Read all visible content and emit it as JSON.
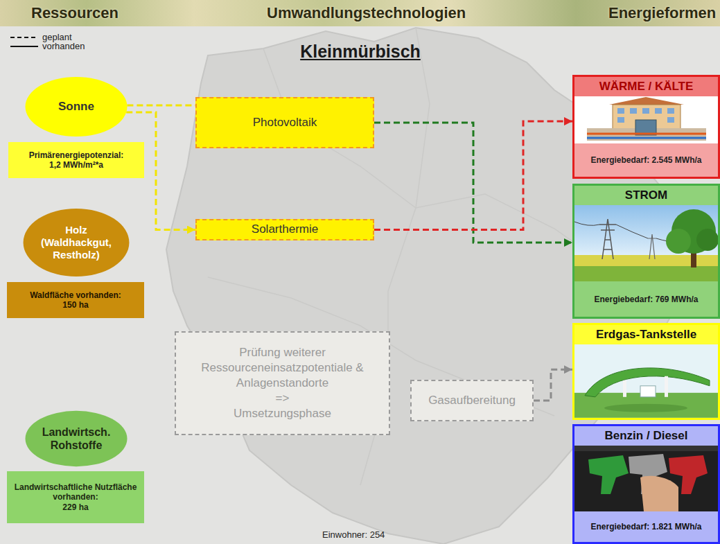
{
  "diagram": {
    "title": "Kleinmürbisch",
    "nodes": [
      {
        "text": [
          "Sonne"
        ]
      },
      {
        "text": [
          "Primärenergiepotenzial:",
          "1,2 MWh/m²*a"
        ]
      },
      {
        "text": [
          "Photovoltaik"
        ]
      },
      {
        "text": [
          "Solarthermie"
        ]
      },
      {
        "text": [
          "Holz",
          "(Waldhackgut, Restholz)"
        ]
      },
      {
        "text": [
          "Waldfläche vorhanden:",
          "150 ha"
        ]
      },
      {
        "text": [
          "Prüfung weiterer Ressourceneinsatzpotentiale & Anlagenstandorte",
          "=>",
          "Umsetzungsphase"
        ]
      },
      {
        "text": [
          "Gasaufbereitung"
        ]
      },
      {
        "text": [
          "Landwirtsch. Rohstoffe"
        ]
      },
      {
        "text": [
          "Landwirtschaftliche Nutzfläche vorhanden:",
          "229 ha"
        ]
      },
      {
        "text": [
          "WÄRME / KÄLTE",
          "Energiebedarf: 2.545 MWh/a"
        ]
      },
      {
        "text": [
          "STROM",
          "Energiebedarf: 769 MWh/a"
        ]
      },
      {
        "text": [
          "Erdgas-Tankstelle"
        ]
      },
      {
        "text": [
          "Benzin / Diesel",
          "Energiebedarf: 1.821 MWh/a"
        ]
      }
    ],
    "edges": [
      {
        "from": 0,
        "to": 2,
        "arrow": "none"
      },
      {
        "from": 0,
        "to": 3,
        "arrow": "to"
      },
      {
        "from": 2,
        "to": 11,
        "arrow": "to"
      },
      {
        "from": 3,
        "to": 10,
        "arrow": "to"
      },
      {
        "from": 7,
        "to": 12,
        "arrow": "to"
      }
    ],
    "labels": [
      "Ressourcen",
      "Umwandlungstechnologien",
      "Energieformen",
      "Einwohner: 254"
    ],
    "legend": [
      {
        "text": "geplant"
      },
      {
        "text": "vorhanden"
      }
    ]
  }
}
